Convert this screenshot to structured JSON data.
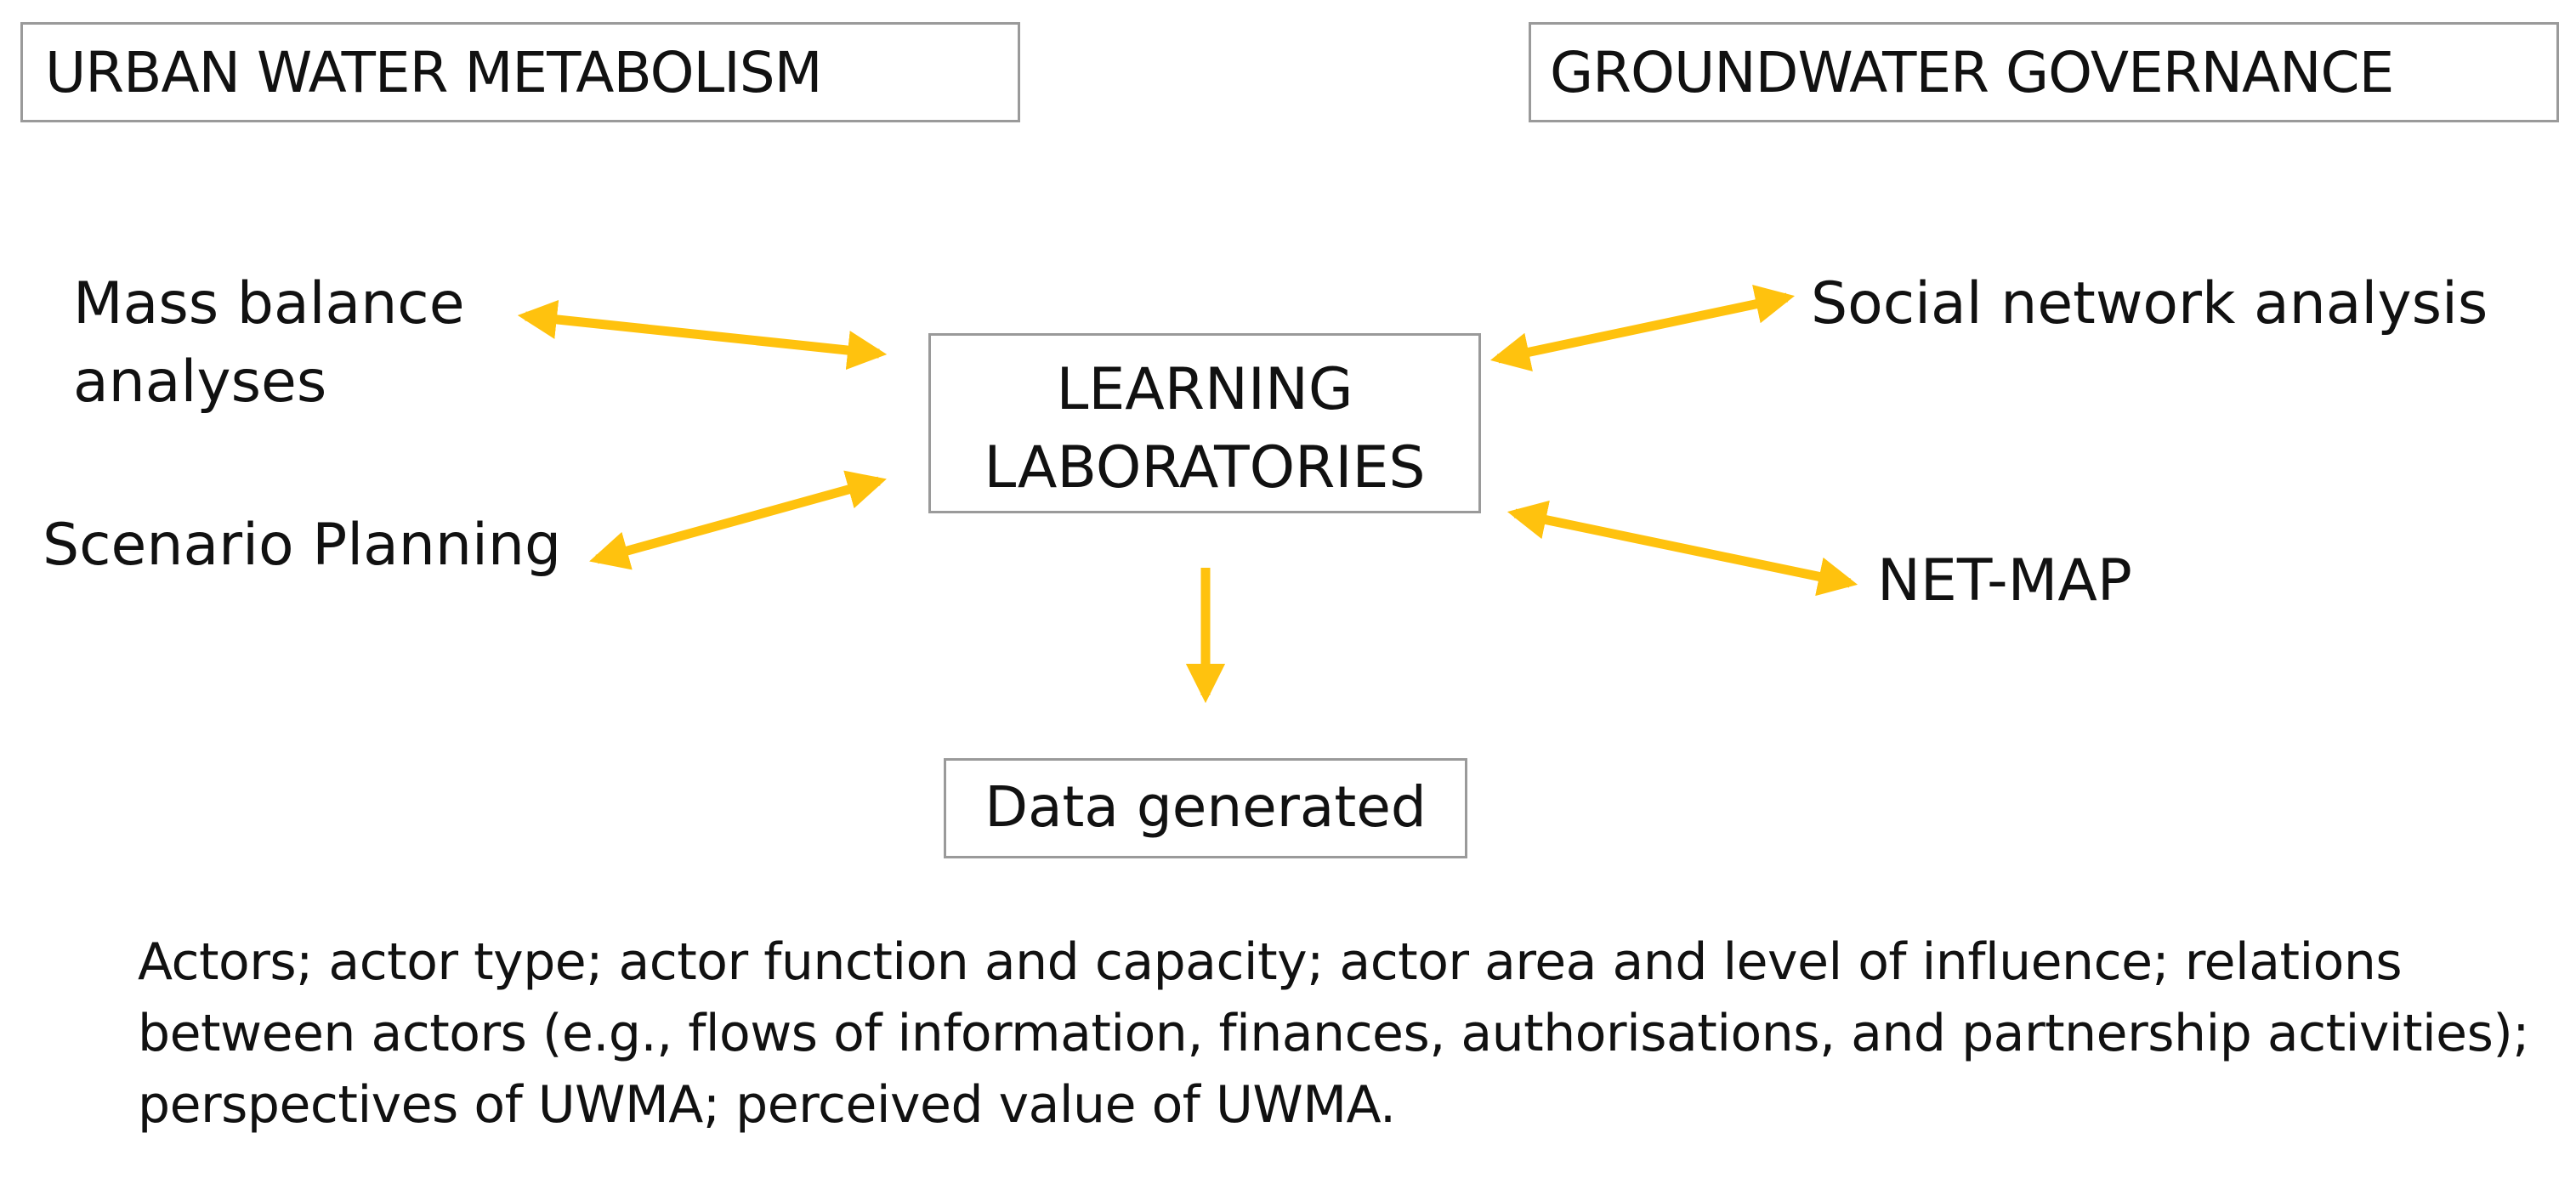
{
  "titles": {
    "left": "URBAN WATER METABOLISM",
    "right": "GROUNDWATER GOVERNANCE"
  },
  "center": {
    "label": "LEARNING\nLABORATORIES"
  },
  "methods": {
    "mass_balance": "Mass balance\nanalyses",
    "scenario_planning": "Scenario Planning",
    "social_network": "Social network analysis",
    "net_map": "NET-MAP"
  },
  "output": {
    "label": "Data generated"
  },
  "summary": "Actors; actor type; actor function and capacity; actor area and level of influence; relations between actors (e.g., flows of information, finances, authorisations, and partnership activities); perspectives of UWMA; perceived value of UWMA.",
  "colors": {
    "arrow": "#FFC20E",
    "box_border": "#9a9a9a",
    "text": "#111111"
  }
}
